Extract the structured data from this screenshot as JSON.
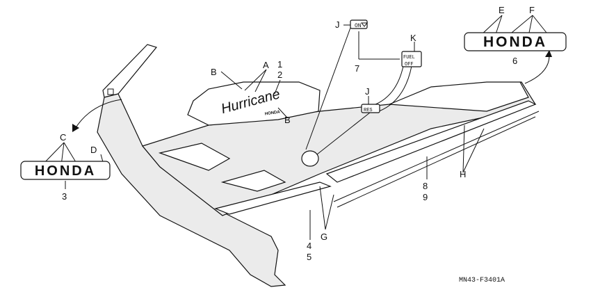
{
  "diagram": {
    "callouts": {
      "A": "A",
      "B": "B",
      "C": "C",
      "D": "D",
      "E": "E",
      "F": "F",
      "G": "G",
      "H": "H",
      "J": "J",
      "K": "K",
      "n1": "1",
      "n2": "2",
      "n3": "3",
      "n4": "4",
      "n5": "5",
      "n6": "6",
      "n7": "7",
      "n8": "8",
      "n9": "9"
    },
    "emblems": {
      "left": "HONDA",
      "right": "HONDA",
      "tank_script": "Hurricane",
      "tank_sub": "HONDA"
    },
    "fuel_labels": {
      "on": "ON",
      "fuel": "FUEL",
      "off": "OFF",
      "res": "RES"
    },
    "drawing_code": "MN43-F3401A"
  }
}
